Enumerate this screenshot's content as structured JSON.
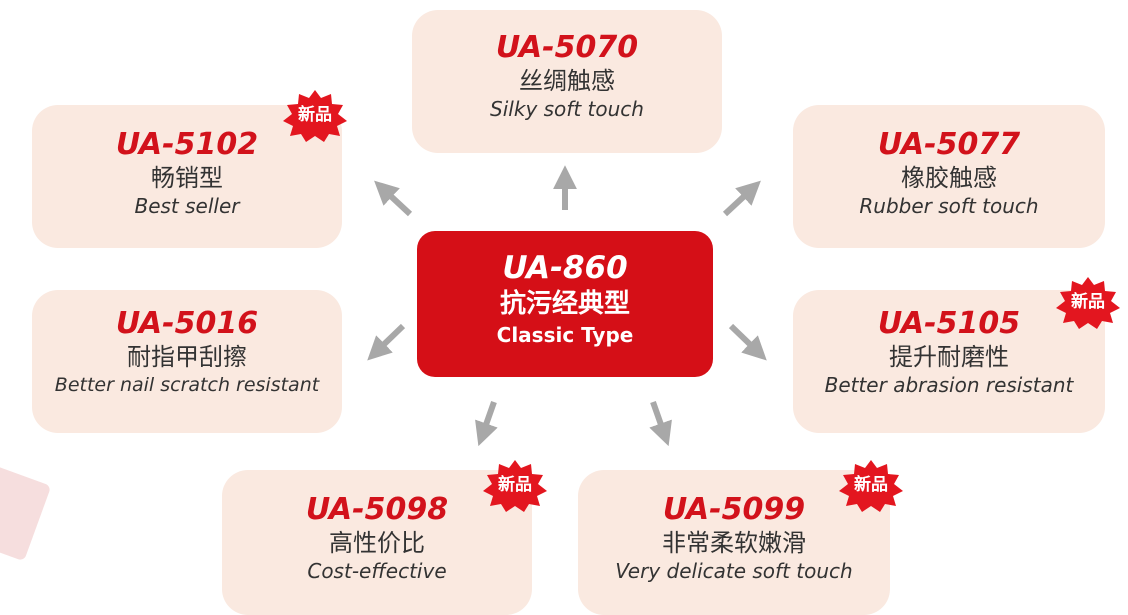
{
  "center": {
    "code": "UA-860",
    "zh": "抗污经典型",
    "en": "Classic Type"
  },
  "products": [
    {
      "id": "5070",
      "code": "UA-5070",
      "zh": "丝绸触感",
      "en": "Silky soft touch",
      "badge": ""
    },
    {
      "id": "5102",
      "code": "UA-5102",
      "zh": "畅销型",
      "en": "Best seller",
      "badge": "新品"
    },
    {
      "id": "5077",
      "code": "UA-5077",
      "zh": "橡胶触感",
      "en": "Rubber soft touch",
      "badge": ""
    },
    {
      "id": "5016",
      "code": "UA-5016",
      "zh": "耐指甲刮擦",
      "en": "Better nail scratch resistant",
      "badge": ""
    },
    {
      "id": "5105",
      "code": "UA-5105",
      "zh": "提升耐磨性",
      "en": "Better abrasion resistant",
      "badge": "新品"
    },
    {
      "id": "5098",
      "code": "UA-5098",
      "zh": "高性价比",
      "en": "Cost-effective",
      "badge": "新品"
    },
    {
      "id": "5099",
      "code": "UA-5099",
      "zh": "非常柔软嫩滑",
      "en": "Very delicate soft touch",
      "badge": "新品"
    }
  ],
  "colors": {
    "accent": "#d2121b",
    "center_fill": "#d50f17",
    "card_fill": "#fae9e0",
    "arrow": "#a8a8a8"
  }
}
